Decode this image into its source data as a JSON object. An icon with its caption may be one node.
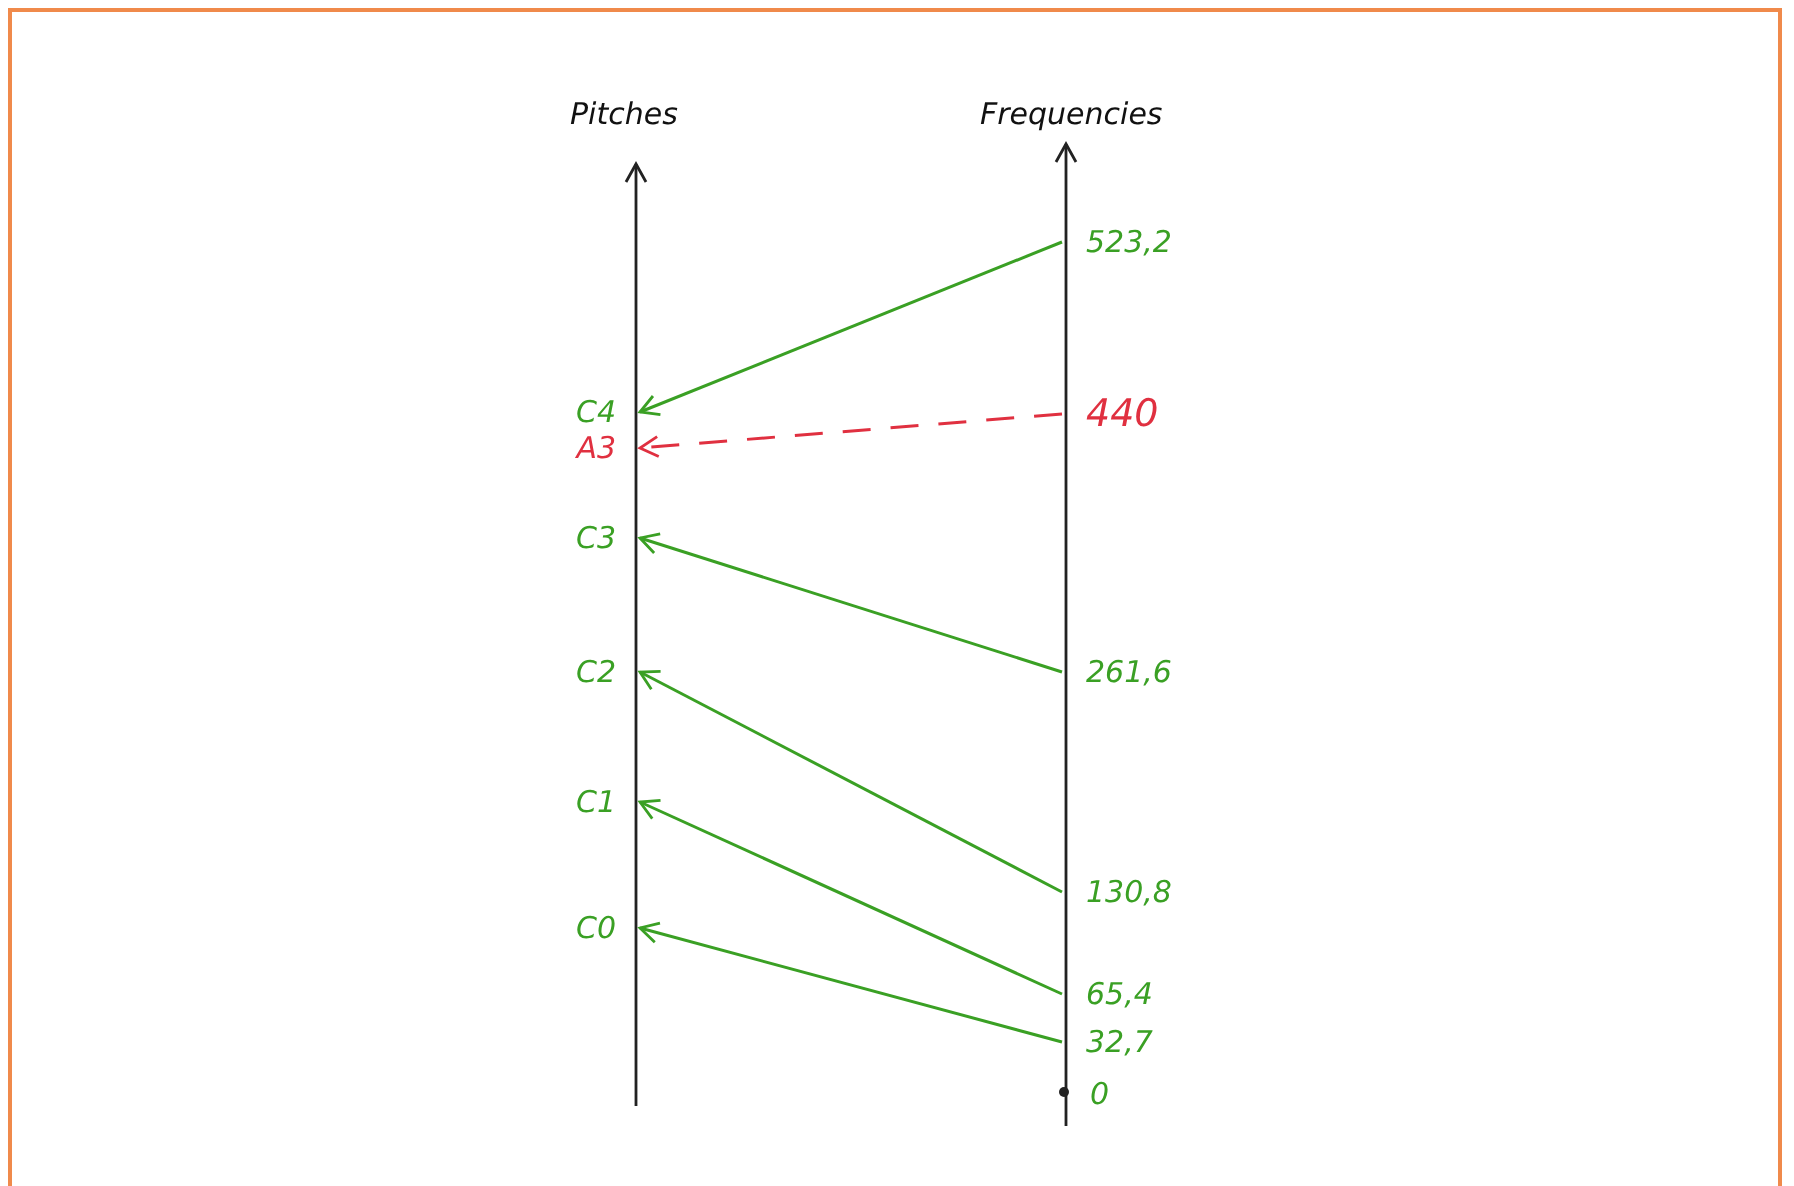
{
  "diagram": {
    "nodes": [
      {
        "text": [
          "C4"
        ]
      },
      {
        "text": [
          "A3"
        ]
      },
      {
        "text": [
          "C3"
        ]
      },
      {
        "text": [
          "C2"
        ]
      },
      {
        "text": [
          "C1"
        ]
      },
      {
        "text": [
          "C0"
        ]
      },
      {
        "text": [
          "523,2"
        ]
      },
      {
        "text": [
          "440"
        ]
      },
      {
        "text": [
          "261,6"
        ]
      },
      {
        "text": [
          "130,8"
        ]
      },
      {
        "text": [
          "65,4"
        ]
      },
      {
        "text": [
          "32,7"
        ]
      }
    ],
    "edges": [
      {
        "from": 6,
        "to": 0,
        "arrow": "to"
      },
      {
        "from": 7,
        "to": 1,
        "arrow": "to",
        "style": "dashed",
        "color": "#e03040"
      },
      {
        "from": 8,
        "to": 2,
        "arrow": "to"
      },
      {
        "from": 9,
        "to": 3,
        "arrow": "to"
      },
      {
        "from": 10,
        "to": 4,
        "arrow": "to"
      },
      {
        "from": 11,
        "to": 5,
        "arrow": "to"
      }
    ],
    "labels": [
      "Pitches",
      "Frequencies",
      "0"
    ]
  }
}
